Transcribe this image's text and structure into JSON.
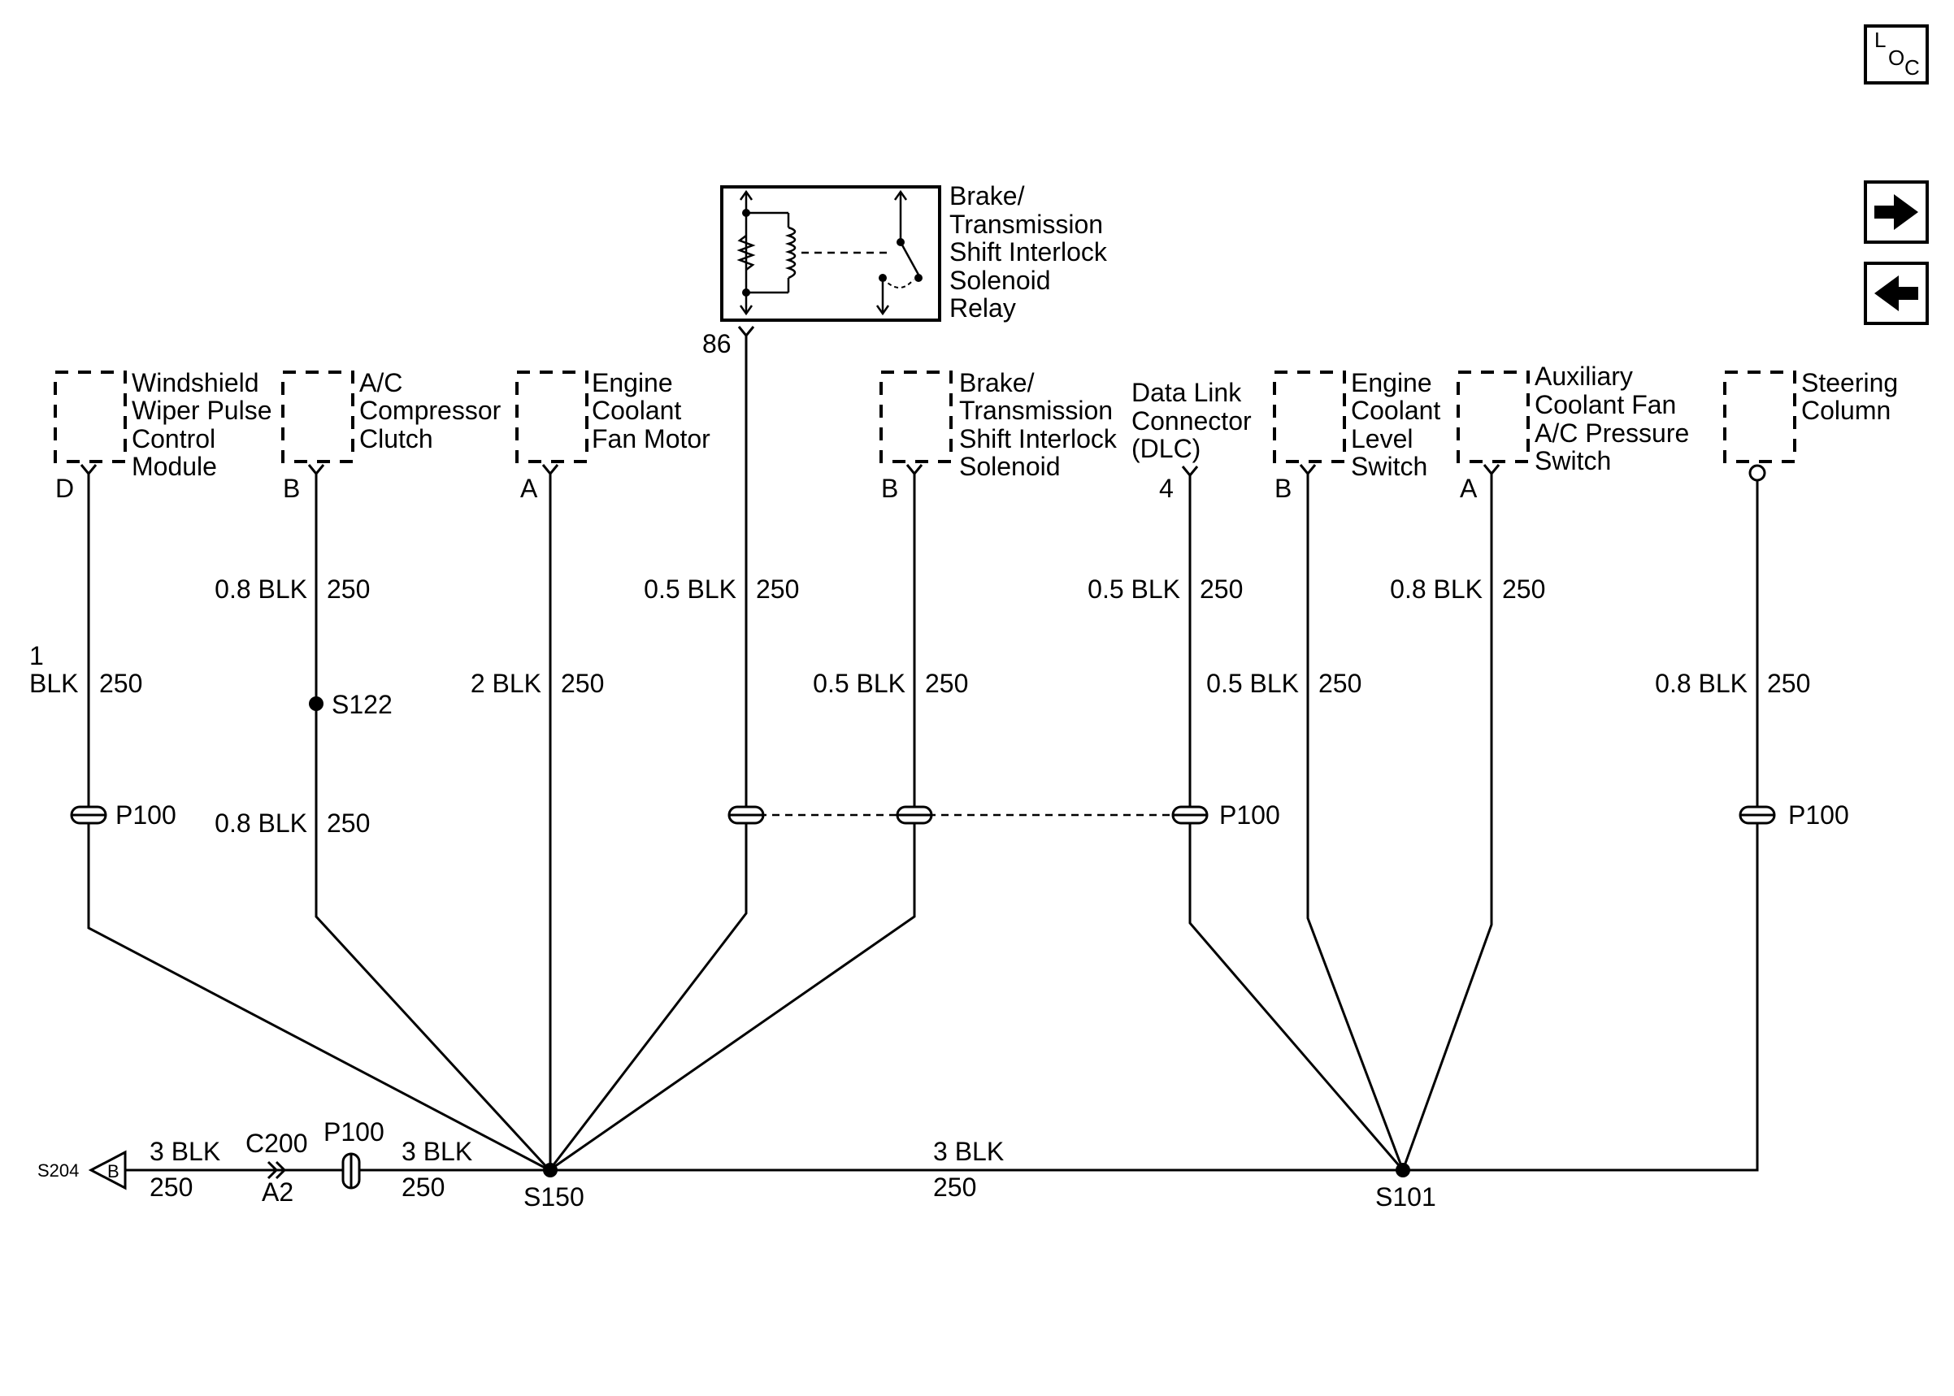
{
  "nav": {
    "loc_letters": [
      "L",
      "O",
      "C"
    ],
    "forward_icon": "arrow-right-icon",
    "back_icon": "arrow-left-icon"
  },
  "relay": {
    "name_lines": [
      "Brake/",
      "Transmission",
      "Shift Interlock",
      "Solenoid",
      "Relay"
    ],
    "pin": "86",
    "wire_lines": [
      "0.5 BLK",
      "250"
    ]
  },
  "components": [
    {
      "id": "wiper",
      "name_lines": [
        "Windshield",
        "Wiper Pulse",
        "Control",
        "Module"
      ],
      "pin": "D",
      "wire_upper": [
        "1",
        "BLK",
        "250"
      ],
      "connector": "P100"
    },
    {
      "id": "ac-clutch",
      "name_lines": [
        "A/C",
        "Compressor",
        "Clutch"
      ],
      "pin": "B",
      "wire_upper": [
        "0.8 BLK",
        "250"
      ],
      "splice": "S122",
      "wire_lower": [
        "0.8 BLK",
        "250"
      ]
    },
    {
      "id": "fan-motor",
      "name_lines": [
        "Engine",
        "Coolant",
        "Fan Motor"
      ],
      "pin": "A",
      "wire_upper": [
        "2 BLK",
        "250"
      ]
    },
    {
      "id": "shift-solenoid",
      "name_lines": [
        "Brake/",
        "Transmission",
        "Shift Interlock",
        "Solenoid"
      ],
      "pin": "B",
      "wire_upper": [
        "0.5 BLK",
        "250"
      ]
    },
    {
      "id": "dlc",
      "name_lines": [
        "Data Link",
        "Connector",
        "(DLC)"
      ],
      "pin": "4",
      "wire_upper": [
        "0.5 BLK",
        "250"
      ],
      "connector": "P100"
    },
    {
      "id": "level-switch",
      "name_lines": [
        "Engine",
        "Coolant",
        "Level",
        "Switch"
      ],
      "pin": "B",
      "wire_upper": [
        "0.5 BLK",
        "250"
      ]
    },
    {
      "id": "pressure-switch",
      "name_lines": [
        "Auxiliary",
        "Coolant Fan",
        "A/C Pressure",
        "Switch"
      ],
      "pin": "A",
      "wire_upper": [
        "0.8 BLK",
        "250"
      ]
    },
    {
      "id": "steering",
      "name_lines": [
        "Steering",
        "Column"
      ],
      "wire_upper": [
        "0.8 BLK",
        "250"
      ],
      "connector": "P100"
    }
  ],
  "bottom_bus": {
    "ground_ref": "S204",
    "ground_letter": "B",
    "seg1": [
      "3 BLK",
      "250"
    ],
    "c200": [
      "C200",
      "A2"
    ],
    "p100": "P100",
    "seg2": [
      "3 BLK",
      "250"
    ],
    "splice_left": "S150",
    "seg3": [
      "3 BLK",
      "250"
    ],
    "splice_right": "S101"
  }
}
